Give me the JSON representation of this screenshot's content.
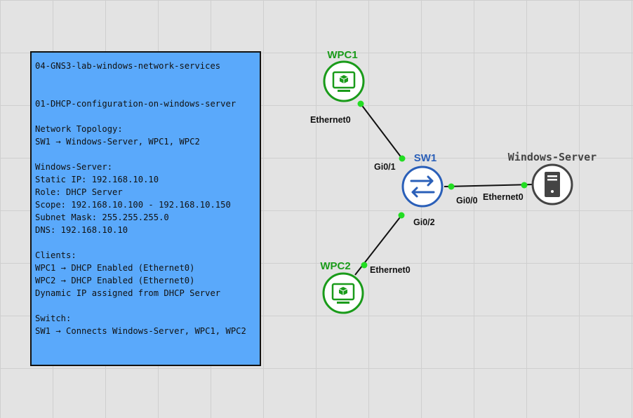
{
  "note": {
    "lines": [
      "04-GNS3-lab-windows-network-services",
      "",
      "",
      "01-DHCP-configuration-on-windows-server",
      "",
      "Network Topology:",
      "SW1 → Windows-Server, WPC1, WPC2",
      "",
      "Windows-Server:",
      "Static IP: 192.168.10.10",
      "Role: DHCP Server",
      "Scope: 192.168.10.100 - 192.168.10.150",
      "Subnet Mask: 255.255.255.0",
      "DNS: 192.168.10.10",
      "",
      "Clients:",
      "WPC1 → DHCP Enabled (Ethernet0)",
      "WPC2 → DHCP Enabled (Ethernet0)",
      "Dynamic IP assigned from DHCP Server",
      "",
      "Switch:",
      "SW1 → Connects Windows-Server, WPC1, WPC2"
    ]
  },
  "nodes": {
    "wpc1": {
      "label": "WPC1",
      "color": "#1a9b1a",
      "icon": "workstation-icon"
    },
    "wpc2": {
      "label": "WPC2",
      "color": "#1a9b1a",
      "icon": "workstation-icon"
    },
    "sw1": {
      "label": "SW1",
      "color": "#2a5fb8",
      "icon": "switch-icon"
    },
    "server": {
      "label": "Windows-Server",
      "color": "#444444",
      "icon": "server-icon"
    }
  },
  "links": [
    {
      "a_port": "Ethernet0",
      "b_port": "Gi0/1"
    },
    {
      "a_port": "Ethernet0",
      "b_port": "Gi0/2"
    },
    {
      "a_port": "Gi0/0",
      "b_port": "Ethernet0"
    }
  ],
  "colors": {
    "link_dot": "#22dd22",
    "note_bg": "#5aa9fb",
    "grid": "#cfcfcf"
  }
}
